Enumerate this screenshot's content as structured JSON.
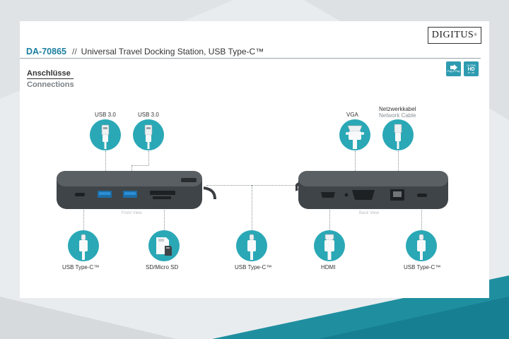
{
  "brand": {
    "logo_text": "DIGITUS",
    "logo_mark": "®"
  },
  "header": {
    "product_code": "DA-70865",
    "separator": "//",
    "product_title": "Universal Travel Docking Station, USB Type-C™"
  },
  "feature_icons": [
    {
      "name": "plug-and-play-icon",
      "text": "Plug & Play"
    },
    {
      "name": "ultra-hd-icon",
      "text_top": "ULTRA",
      "text_mid": "HD",
      "text_bot": "4K / 8K"
    }
  ],
  "section": {
    "title": "Anschlüsse",
    "subtitle": "Connections"
  },
  "front_view_label": "Front View",
  "back_view_label": "Back View",
  "ports_top": [
    {
      "label": "USB 3.0",
      "icon": "usb-a-icon"
    },
    {
      "label": "USB 3.0",
      "icon": "usb-a-icon"
    },
    {
      "label": "VGA",
      "icon": "vga-icon"
    },
    {
      "label": "Netzwerkkabel",
      "sublabel": "Network Cable",
      "icon": "ethernet-icon"
    }
  ],
  "ports_bottom": [
    {
      "label": "USB Type-C™",
      "icon": "usb-c-icon"
    },
    {
      "label": "SD/Micro SD",
      "icon": "sd-card-icon"
    },
    {
      "label": "USB Type-C™",
      "icon": "usb-c-icon"
    },
    {
      "label": "HDMI",
      "icon": "hdmi-icon"
    },
    {
      "label": "USB Type-C™",
      "icon": "usb-c-icon"
    }
  ],
  "colors": {
    "accent": "#2aa8b6",
    "title_blue": "#1a7fa0",
    "dock_body": "#4a4f54",
    "background_teal": "#1f8fa0"
  }
}
